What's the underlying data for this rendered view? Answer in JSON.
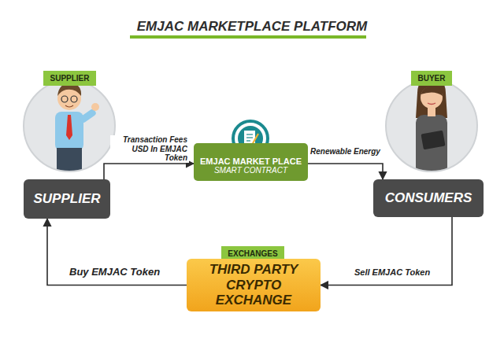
{
  "diagram": {
    "title": "EMJAC MARKETPLACE PLATFORM",
    "nodes": [
      {
        "text": [
          "SUPPLIER"
        ]
      },
      {
        "text": [
          "SUPPLIER"
        ]
      },
      {
        "text": [
          "EMJAC MARKET PLACE",
          "SMART CONTRACT"
        ]
      },
      {
        "text": [
          "BUYER"
        ]
      },
      {
        "text": [
          "CONSUMERS"
        ]
      },
      {
        "text": [
          "EXCHANGES"
        ]
      },
      {
        "text": [
          "THIRD PARTY CRYPTO EXCHANGE"
        ]
      }
    ],
    "edges": [
      {
        "from": 1,
        "to": 2,
        "arrow": "to",
        "label": "Transaction Fees USD In EMJAC Token"
      },
      {
        "from": 2,
        "to": 4,
        "arrow": "to",
        "label": "Renewable Energy"
      },
      {
        "from": 6,
        "to": 1,
        "arrow": "to",
        "label": "Buy EMJAC Token"
      },
      {
        "from": 4,
        "to": 6,
        "arrow": "to",
        "label": "Sell EMJAC Token"
      }
    ]
  }
}
